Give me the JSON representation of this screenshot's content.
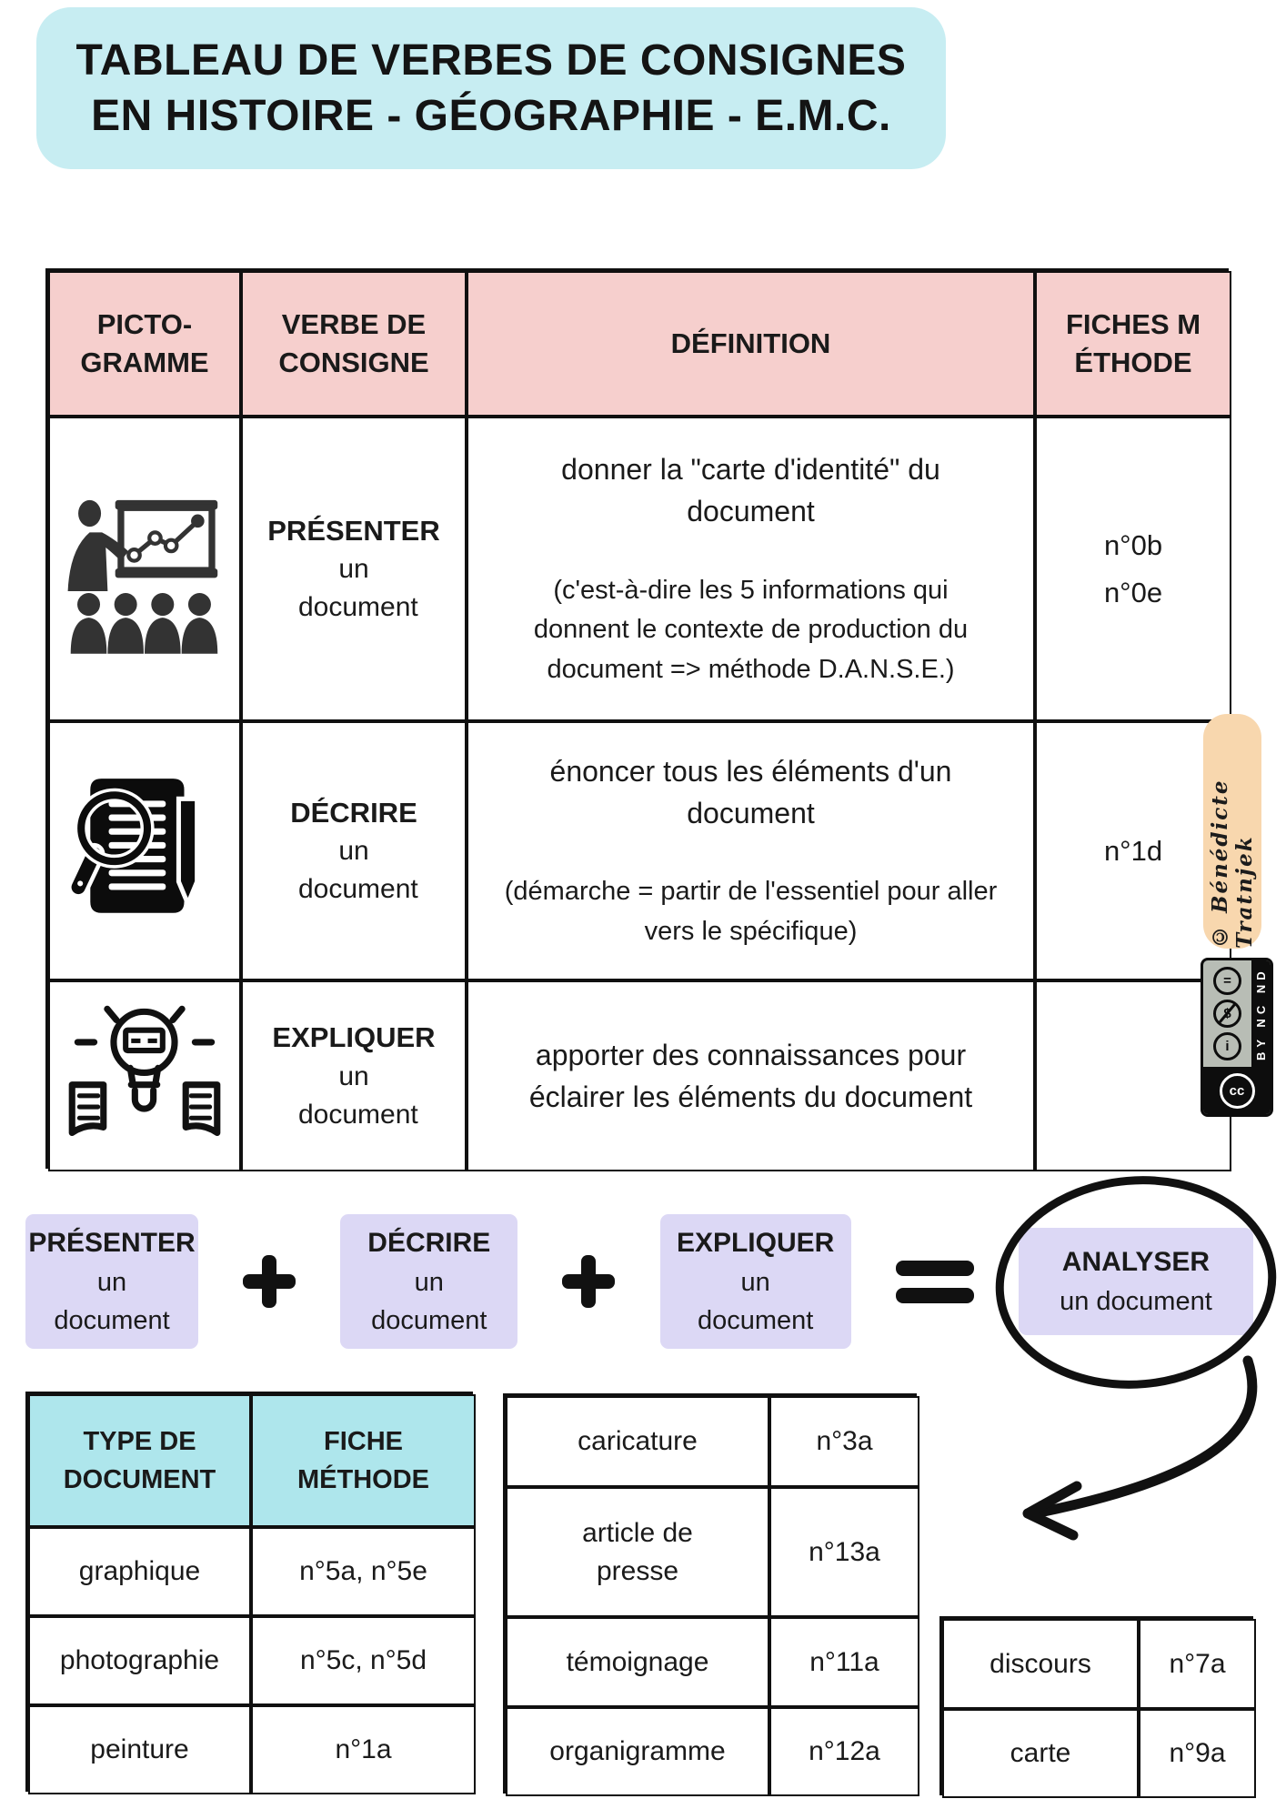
{
  "title": {
    "line1": "TABLEAU DE VERBES DE CONSIGNES",
    "line2": "EN HISTOIRE - GÉOGRAPHIE - E.M.C."
  },
  "colors": {
    "title_banner_bg": "#c7edf2",
    "table_header_bg": "#f6cfcd",
    "formula_box_bg": "#dcd8f5",
    "doc_table_header_bg": "#aee6ec",
    "credit_banner_bg": "#f8d7ae",
    "ink": "#141414"
  },
  "main_table": {
    "headers": {
      "picto": "PICTO-\nGRAMME",
      "verbe": "VERBE DE CONSIGNE",
      "definition": "DÉFINITION",
      "fiches": "FICHES MÉTHODE"
    },
    "rows": [
      {
        "icon": "presenter-audience-icon",
        "verb": "PRÉSENTER",
        "object": "un document",
        "def_main": "donner la \"carte d'identité\" du document",
        "def_note": "(c'est-à-dire les 5 informations qui donnent le contexte de production du document => méthode D.A.N.S.E.)",
        "fiches": "n°0b\nn°0e"
      },
      {
        "icon": "magnifier-document-icon",
        "verb": "DÉCRIRE",
        "object": "un document",
        "def_main": "énoncer tous les éléments d'un document",
        "def_note": "(démarche = partir de l'essentiel pour aller vers le spécifique)",
        "fiches": "n°1d"
      },
      {
        "icon": "lightbulb-documents-icon",
        "verb": "EXPLIQUER",
        "object": "un document",
        "def_main": "apporter des connaissances pour éclairer les éléments du document",
        "def_note": "",
        "fiches": ""
      }
    ]
  },
  "formula": {
    "items": [
      {
        "verb": "PRÉSENTER",
        "rest": "un document"
      },
      {
        "verb": "DÉCRIRE",
        "rest": "un document"
      },
      {
        "verb": "EXPLIQUER",
        "rest_inline": "un",
        "rest_below": "document"
      },
      {
        "verb": "ANALYSER",
        "rest": "un document"
      }
    ],
    "icons": {
      "plus": "plus-icon",
      "equals": "equals-icon",
      "circle": "hand-drawn-circle",
      "arrow": "curved-arrow-icon"
    }
  },
  "doc_tables": {
    "left": {
      "headers": [
        "TYPE DE DOCUMENT",
        "FICHE MÉTHODE"
      ],
      "rows": [
        [
          "graphique",
          "n°5a, n°5e"
        ],
        [
          "photographie",
          "n°5c, n°5d"
        ],
        [
          "peinture",
          "n°1a"
        ]
      ]
    },
    "middle": {
      "rows": [
        [
          "caricature",
          "n°3a"
        ],
        [
          "article de presse",
          "n°13a"
        ],
        [
          "témoignage",
          "n°11a"
        ],
        [
          "organigramme",
          "n°12a"
        ]
      ]
    },
    "right": {
      "rows": [
        [
          "discours",
          "n°7a"
        ],
        [
          "carte",
          "n°9a"
        ]
      ]
    }
  },
  "credit": {
    "text": "© Bénédicte Tratnjek"
  },
  "license": {
    "cc": "cc",
    "nd": "=",
    "nc": "$",
    "by": "i",
    "label": "BY NC ND"
  }
}
